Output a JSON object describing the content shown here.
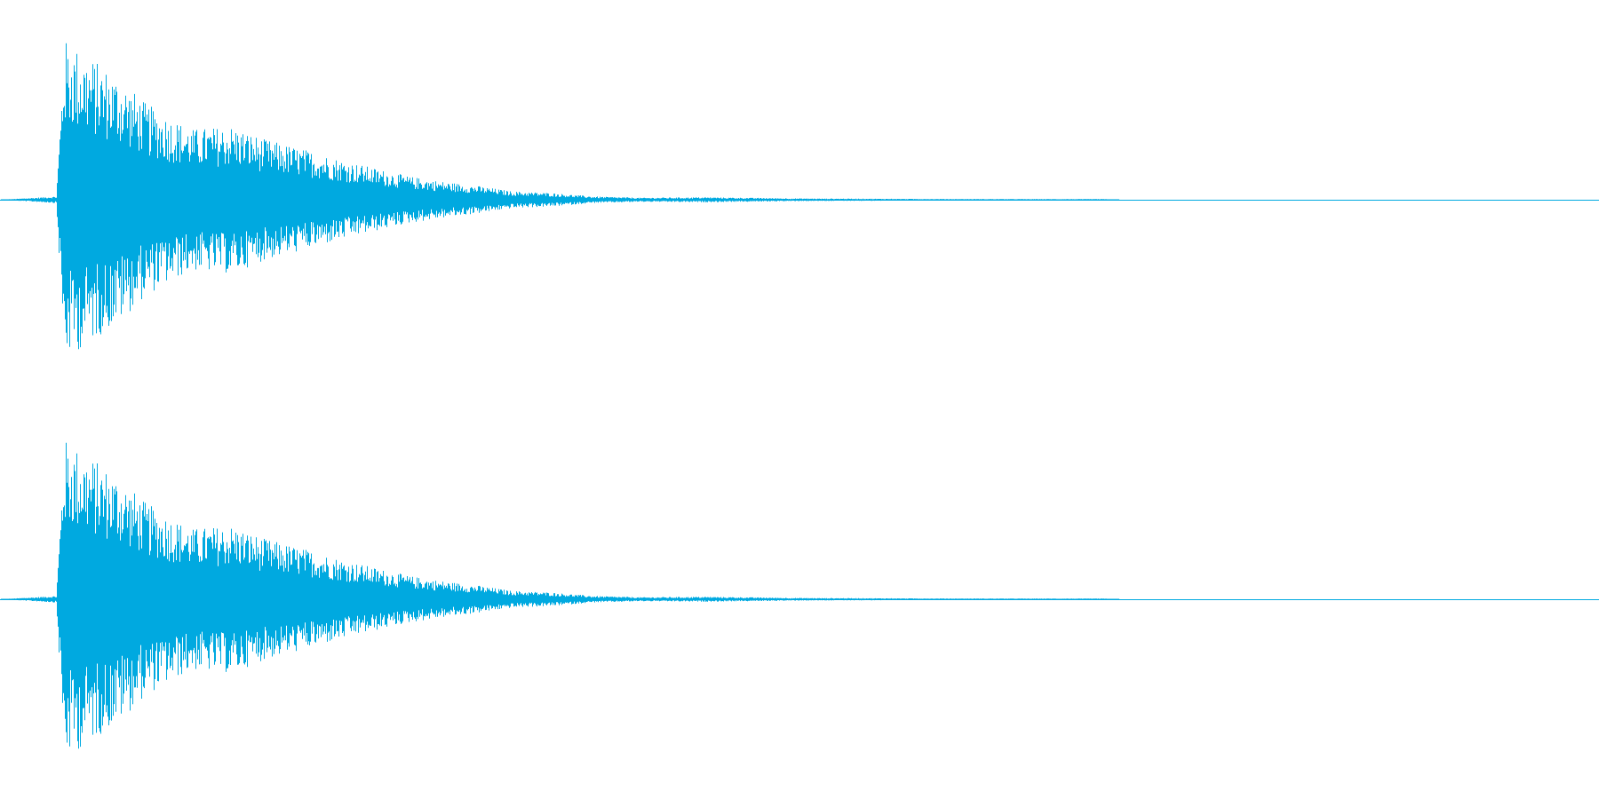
{
  "waveform": {
    "color": "#00a9e0",
    "background": "#ffffff",
    "channels": [
      {
        "name": "",
        "envelope": [
          [
            0.0,
            0.0
          ],
          [
            0.035,
            0.02
          ],
          [
            0.04,
            0.95
          ],
          [
            0.045,
            0.92
          ],
          [
            0.06,
            0.82
          ],
          [
            0.075,
            0.72
          ],
          [
            0.09,
            0.58
          ],
          [
            0.1,
            0.52
          ],
          [
            0.12,
            0.42
          ],
          [
            0.145,
            0.44
          ],
          [
            0.165,
            0.36
          ],
          [
            0.19,
            0.3
          ],
          [
            0.22,
            0.22
          ],
          [
            0.255,
            0.14
          ],
          [
            0.275,
            0.11
          ],
          [
            0.3,
            0.08
          ],
          [
            0.32,
            0.05
          ],
          [
            0.345,
            0.04
          ],
          [
            0.37,
            0.02
          ],
          [
            0.4,
            0.012
          ],
          [
            0.44,
            0.015
          ],
          [
            0.5,
            0.008
          ],
          [
            0.58,
            0.005
          ],
          [
            0.66,
            0.004
          ],
          [
            0.69,
            0.004
          ],
          [
            0.7,
            0.0
          ],
          [
            1.0,
            0.0
          ]
        ]
      },
      {
        "name": "",
        "envelope": [
          [
            0.0,
            0.0
          ],
          [
            0.035,
            0.02
          ],
          [
            0.04,
            0.95
          ],
          [
            0.045,
            0.92
          ],
          [
            0.06,
            0.82
          ],
          [
            0.075,
            0.72
          ],
          [
            0.09,
            0.58
          ],
          [
            0.1,
            0.52
          ],
          [
            0.12,
            0.42
          ],
          [
            0.145,
            0.44
          ],
          [
            0.165,
            0.36
          ],
          [
            0.19,
            0.3
          ],
          [
            0.22,
            0.22
          ],
          [
            0.255,
            0.14
          ],
          [
            0.275,
            0.11
          ],
          [
            0.3,
            0.08
          ],
          [
            0.32,
            0.05
          ],
          [
            0.345,
            0.04
          ],
          [
            0.37,
            0.02
          ],
          [
            0.4,
            0.012
          ],
          [
            0.44,
            0.015
          ],
          [
            0.5,
            0.008
          ],
          [
            0.58,
            0.005
          ],
          [
            0.66,
            0.004
          ],
          [
            0.69,
            0.004
          ],
          [
            0.7,
            0.0
          ],
          [
            1.0,
            0.0
          ]
        ]
      }
    ]
  }
}
